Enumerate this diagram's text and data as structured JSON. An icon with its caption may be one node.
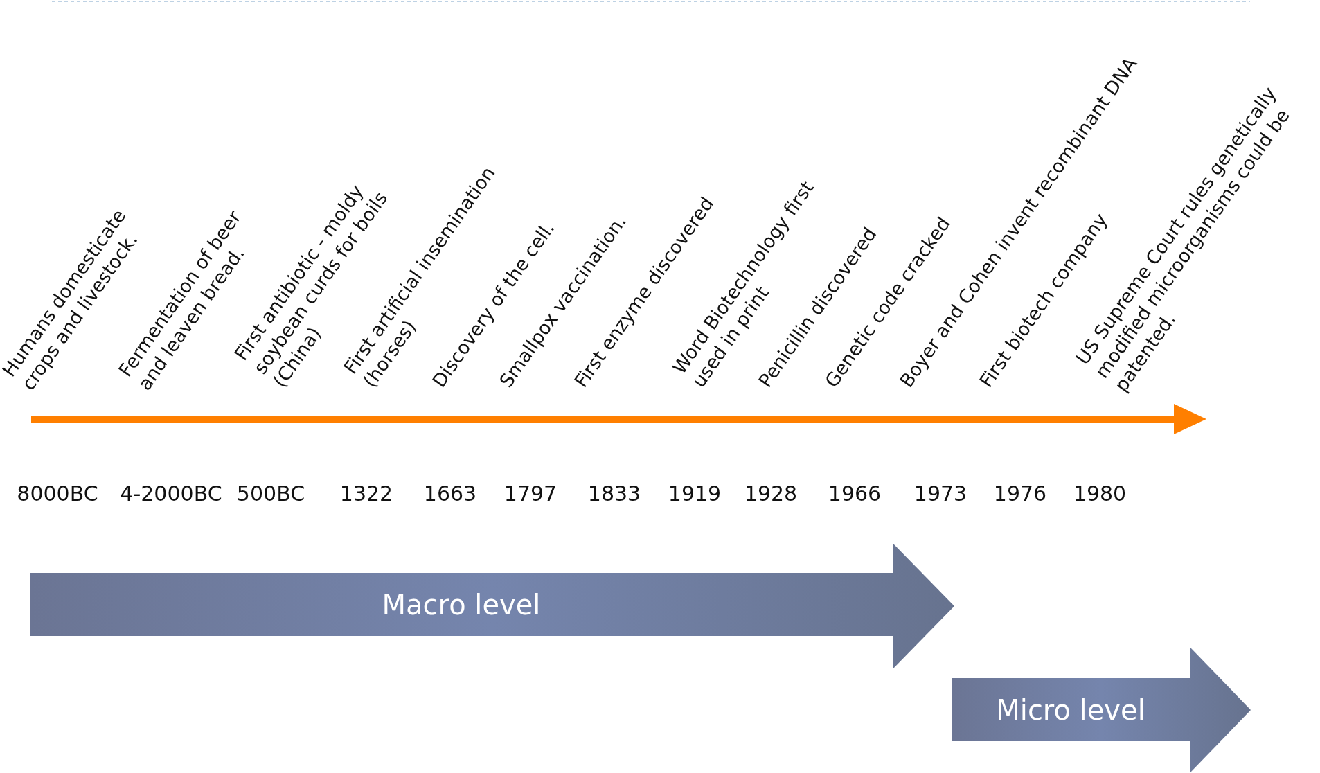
{
  "diagram": {
    "nodes": [
      {
        "text": [
          "Macro level"
        ]
      },
      {
        "text": [
          "Micro level"
        ]
      }
    ],
    "labels": [
      "Humans domesticate crops and livestock.",
      "Fermentation of beer and leaven bread.",
      "First antibiotic - moldy soybean curds for boils (China)",
      "First artificial insemination (horses)",
      "Discovery of the cell.",
      "Smallpox vaccination.",
      "First enzyme discovered",
      "Word Biotechnology first used in print",
      "Penicillin discovered",
      "Genetic code cracked",
      "Boyer and Cohen invent recombinant DNA",
      "First biotech company",
      "US Supreme Court rules genetically modified microorganisms could be patented.",
      "8000BC",
      "4-2000BC",
      "500BC",
      "1322",
      "1663",
      "1797",
      "1833",
      "1919",
      "1928",
      "1966",
      "1973",
      "1976",
      "1980"
    ]
  }
}
